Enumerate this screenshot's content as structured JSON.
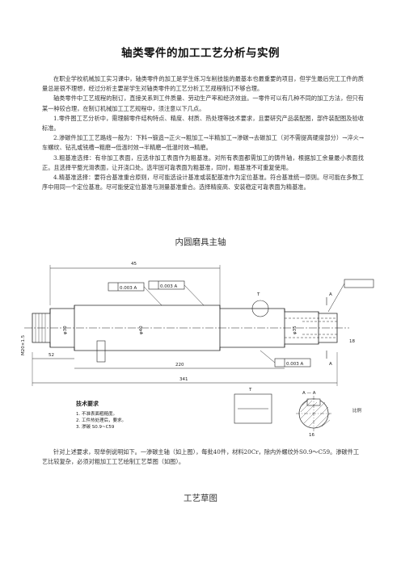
{
  "document": {
    "title": "轴类零件的加工工艺分析与实例",
    "paragraphs": [
      "在职业学校机械加工实习课中，轴类零件的加工是学生练习车削技能的最基本也最重要的项目，但学生最后完工工件的质量总是很不理想，经过分析主要是学生对轴类零件的工艺分析工艺规程制订不够合理。",
      "轴类零件中工艺规程的制订，直接关系到工件质量、劳动生产率和经济效益。一零件可以有几种不同的加工方法，但只有某一种较合理，在制订机械加工工艺规程中，须注意以下几点。",
      "1.零件图工艺分析中，需理解零件结构特点、精度、材质、热处理等技术要求，且要研究产品装配图，部件装配图及验收标准。",
      "2.渗碳件加工工艺路线一般为：下料→锻造→正火→粗加工→半精加工→渗碳→去碳加工（对不需提高硬度部分）→淬火→车螺纹、钻孔或铣槽→粗磨→低温时效→半精磨→低温时效→精磨。",
      "3.粗基准选择：有非加工表面，应选非加工表面作为粗基准。对所有表面都需加工的铸件轴，根据加工余量最小表面找正。且选择平整光滑表面，让开浇口处。选牢固可靠表面为粗基准，同时，粗基准不可重复使用。",
      "4.精基准选择：要符合基准重合原则，尽可能选设计基准或装配基准作为定位基准。符合基准统一原则。尽可能在多数工序中用同一个定位基准。尽可能使定位基准与测量基准重合。选择精度高、安装稳定可靠表面为精基准。"
    ],
    "figure1_caption": "内圆磨具主轴",
    "after_paragraph": "针对上述要求，现举例说明如下。一渗碳主轴（如上图），每批40件，材料20Cr，除内外螺纹外S0.9～C59。渗碳件工艺比较复杂，必须对粗加工工艺绘制工艺草图（如图）。",
    "figure2_caption": "工艺草图"
  },
  "drawing": {
    "labels": {
      "tech_req_title": "技术要求",
      "tech_req_1": "1. 不准表面粗糙度。",
      "tech_req_2": "2. 工件热处理后，要求。",
      "tech_req_3": "3. 渗碳 S0.9~C59",
      "section_label": "A — A",
      "detail_label": "T",
      "label_a": "A",
      "scale_label": "比例",
      "tol_1": "0.003 A",
      "tol_2": "0.003 A",
      "tol_3": "0.003 A",
      "dim_total": "341",
      "dim_mid": "220",
      "dim_left": "52",
      "dim_top": "45",
      "dim_right": "18",
      "dim_sec": "16",
      "dia_thread": "M20×1.5",
      "dia_main": "φ40",
      "dia_end": "φ35",
      "dia_left": "φ30"
    }
  }
}
